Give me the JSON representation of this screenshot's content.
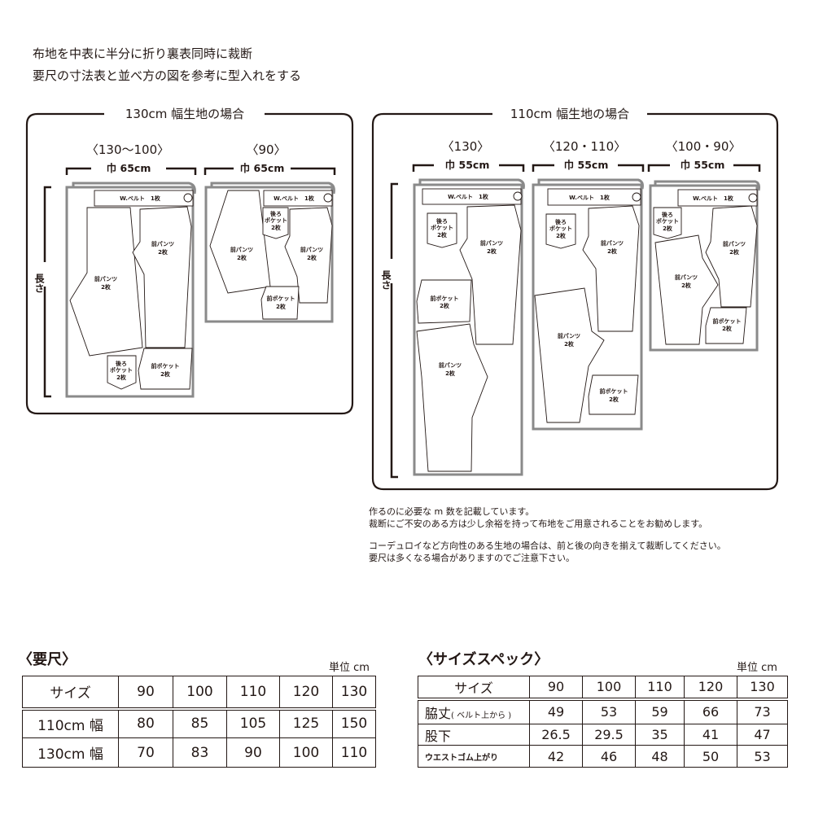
{
  "header": {
    "line1": "布地を中表に半分に折り裏表同時に裁断",
    "line2": "要尺の寸法表と並べ方の図を参考に型入れをする"
  },
  "layouts": {
    "fabric130": {
      "title": "130cm 幅生地の場合",
      "length_label": "長さ",
      "diagrams": [
        {
          "size": "〈130〜100〉",
          "width": "巾 65cm"
        },
        {
          "size": "〈90〉",
          "width": "巾 65cm"
        }
      ]
    },
    "fabric110": {
      "title": "110cm 幅生地の場合",
      "length_label": "長さ",
      "diagrams": [
        {
          "size": "〈130〉",
          "width": "巾 55cm"
        },
        {
          "size": "〈120・110〉",
          "width": "巾 55cm"
        },
        {
          "size": "〈100・90〉",
          "width": "巾 55cm"
        }
      ]
    },
    "pieces": {
      "belt": "W.ベルト　1枚",
      "front_pants": "前パンツ",
      "back_pocket_1": "後ろ",
      "back_pocket_2": "ポケット",
      "front_pocket": "前ポケット",
      "qty": "2枚"
    }
  },
  "notes": [
    "作るのに必要な m 数を記載しています。",
    "裁断にご不安のある方は少し余裕を持って布地をご用意されることをお勧めします。",
    "コーデュロイなど方向性のある生地の場合は、前と後の向きを揃えて裁断してください。",
    "要尺は多くなる場合がありますのでご注意下さい。"
  ],
  "fabric_table": {
    "title": "〈要尺〉",
    "unit": "単位 cm",
    "header": [
      "サイズ",
      "90",
      "100",
      "110",
      "120",
      "130"
    ],
    "rows": [
      [
        "110cm 幅",
        "80",
        "85",
        "105",
        "125",
        "150"
      ],
      [
        "130cm 幅",
        "70",
        "83",
        "90",
        "100",
        "110"
      ]
    ]
  },
  "size_table": {
    "title": "〈サイズスペック〉",
    "unit": "単位 cm",
    "header": [
      "サイズ",
      "90",
      "100",
      "110",
      "120",
      "130"
    ],
    "rows": [
      {
        "label": "脇丈",
        "sub": "( ベルト上から )",
        "values": [
          "49",
          "53",
          "59",
          "66",
          "73"
        ]
      },
      {
        "label": "股下",
        "sub": "",
        "values": [
          "26.5",
          "29.5",
          "35",
          "41",
          "47"
        ]
      },
      {
        "label": "ウエストゴム上がり",
        "sub": "",
        "values": [
          "42",
          "46",
          "48",
          "50",
          "53"
        ]
      }
    ]
  }
}
